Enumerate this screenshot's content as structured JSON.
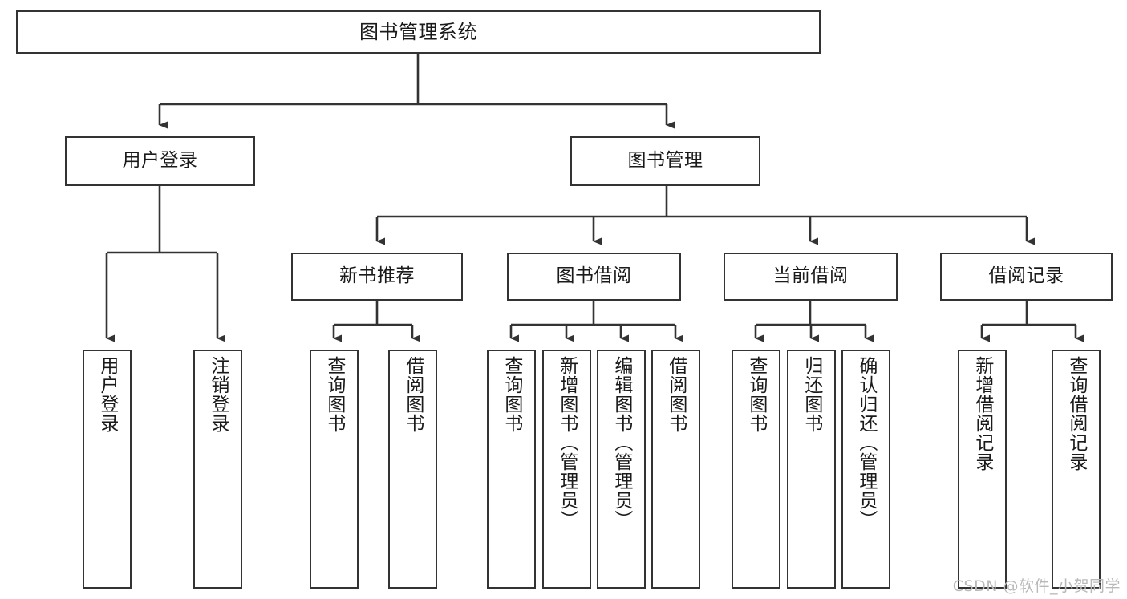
{
  "diagram": {
    "title": "图书管理系统",
    "type": "tree-hierarchy-chart",
    "line_color": "#333333",
    "box_fill": "#ffffff",
    "text_color": "#1a1a1a",
    "watermark": "CSDN @软件_小贺同学"
  },
  "nodes": {
    "root": {
      "label": "图书管理系统"
    },
    "level2": [
      {
        "label": "用户登录"
      },
      {
        "label": "图书管理"
      }
    ],
    "level3": [
      {
        "label": "新书推荐"
      },
      {
        "label": "图书借阅"
      },
      {
        "label": "当前借阅"
      },
      {
        "label": "借阅记录"
      }
    ],
    "leaves_user_login": [
      {
        "label": "用户登录"
      },
      {
        "label": "注销登录"
      }
    ],
    "leaves_new_book": [
      {
        "label": "查询图书"
      },
      {
        "label": "借阅图书"
      }
    ],
    "leaves_borrow": [
      {
        "label": "查询图书"
      },
      {
        "label": "新增图书（管理员）"
      },
      {
        "label": "编辑图书（管理员）"
      },
      {
        "label": "借阅图书"
      }
    ],
    "leaves_current": [
      {
        "label": "查询图书"
      },
      {
        "label": "归还图书"
      },
      {
        "label": "确认归还（管理员）"
      }
    ],
    "leaves_record": [
      {
        "label": "新增借阅记录"
      },
      {
        "label": "查询借阅记录"
      }
    ]
  }
}
